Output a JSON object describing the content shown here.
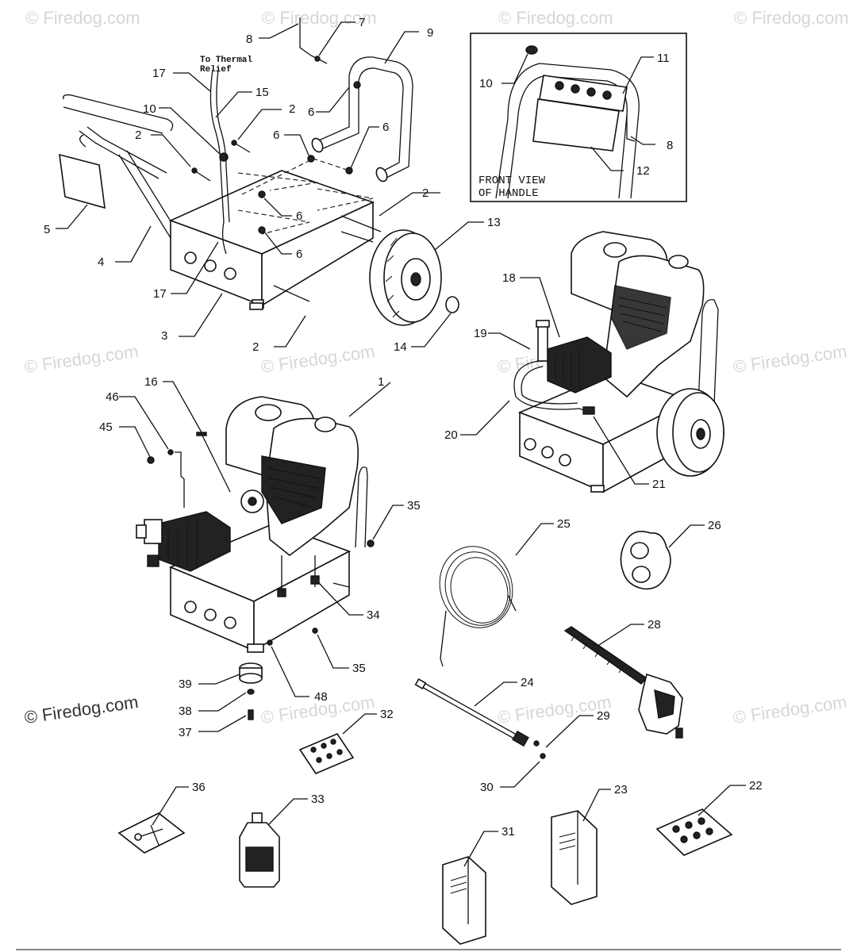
{
  "watermark": "© Firedog.com",
  "notes": {
    "thermal_relief_line1": "To Thermal",
    "thermal_relief_line2": "Relief"
  },
  "inset": {
    "caption_line1": "FRONT VIEW",
    "caption_line2": "OF HANDLE"
  },
  "callouts": [
    {
      "id": "c1",
      "label": "1"
    },
    {
      "id": "c2a",
      "label": "2"
    },
    {
      "id": "c2b",
      "label": "2"
    },
    {
      "id": "c2c",
      "label": "2"
    },
    {
      "id": "c2d",
      "label": "2"
    },
    {
      "id": "c3",
      "label": "3"
    },
    {
      "id": "c4",
      "label": "4"
    },
    {
      "id": "c5",
      "label": "5"
    },
    {
      "id": "c6a",
      "label": "6"
    },
    {
      "id": "c6b",
      "label": "6"
    },
    {
      "id": "c6c",
      "label": "6"
    },
    {
      "id": "c6d",
      "label": "6"
    },
    {
      "id": "c6e",
      "label": "6"
    },
    {
      "id": "c7",
      "label": "7"
    },
    {
      "id": "c8a",
      "label": "8"
    },
    {
      "id": "c8b",
      "label": "8"
    },
    {
      "id": "c9",
      "label": "9"
    },
    {
      "id": "c10a",
      "label": "10"
    },
    {
      "id": "c10b",
      "label": "10"
    },
    {
      "id": "c11",
      "label": "11"
    },
    {
      "id": "c12",
      "label": "12"
    },
    {
      "id": "c13",
      "label": "13"
    },
    {
      "id": "c14",
      "label": "14"
    },
    {
      "id": "c15",
      "label": "15"
    },
    {
      "id": "c16",
      "label": "16"
    },
    {
      "id": "c17a",
      "label": "17"
    },
    {
      "id": "c17b",
      "label": "17"
    },
    {
      "id": "c18",
      "label": "18"
    },
    {
      "id": "c19",
      "label": "19"
    },
    {
      "id": "c20",
      "label": "20"
    },
    {
      "id": "c21",
      "label": "21"
    },
    {
      "id": "c22",
      "label": "22"
    },
    {
      "id": "c23",
      "label": "23"
    },
    {
      "id": "c24",
      "label": "24"
    },
    {
      "id": "c25",
      "label": "25"
    },
    {
      "id": "c26",
      "label": "26"
    },
    {
      "id": "c28",
      "label": "28"
    },
    {
      "id": "c29",
      "label": "29"
    },
    {
      "id": "c30",
      "label": "30"
    },
    {
      "id": "c31",
      "label": "31"
    },
    {
      "id": "c32",
      "label": "32"
    },
    {
      "id": "c33",
      "label": "33"
    },
    {
      "id": "c34",
      "label": "34"
    },
    {
      "id": "c35a",
      "label": "35"
    },
    {
      "id": "c35b",
      "label": "35"
    },
    {
      "id": "c36",
      "label": "36"
    },
    {
      "id": "c37",
      "label": "37"
    },
    {
      "id": "c38",
      "label": "38"
    },
    {
      "id": "c39",
      "label": "39"
    },
    {
      "id": "c45",
      "label": "45"
    },
    {
      "id": "c46",
      "label": "46"
    },
    {
      "id": "c48",
      "label": "48"
    }
  ]
}
